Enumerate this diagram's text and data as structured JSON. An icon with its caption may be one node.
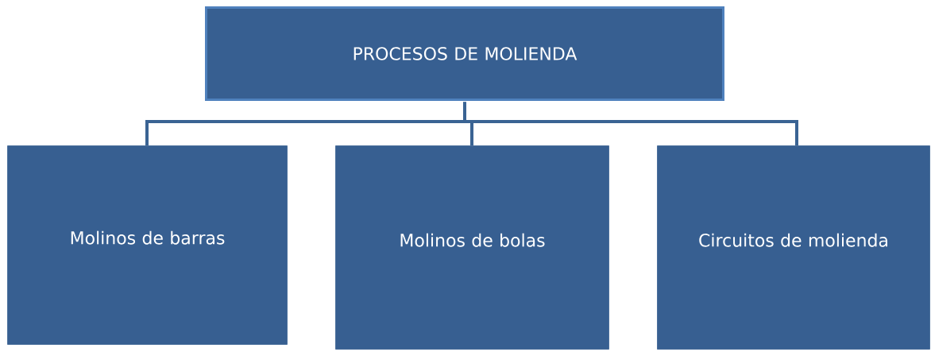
{
  "diagram": {
    "nodes": [
      {
        "text": [
          "PROCESOS DE MOLIENDA"
        ]
      },
      {
        "text": [
          "Molinos de barras"
        ]
      },
      {
        "text": [
          "Molinos de bolas"
        ]
      },
      {
        "text": [
          "Circuitos de molienda"
        ]
      }
    ],
    "edges": [
      {
        "from": 0,
        "to": 1,
        "arrow": "none"
      },
      {
        "from": 0,
        "to": 2,
        "arrow": "none"
      },
      {
        "from": 0,
        "to": 3,
        "arrow": "none"
      }
    ]
  }
}
